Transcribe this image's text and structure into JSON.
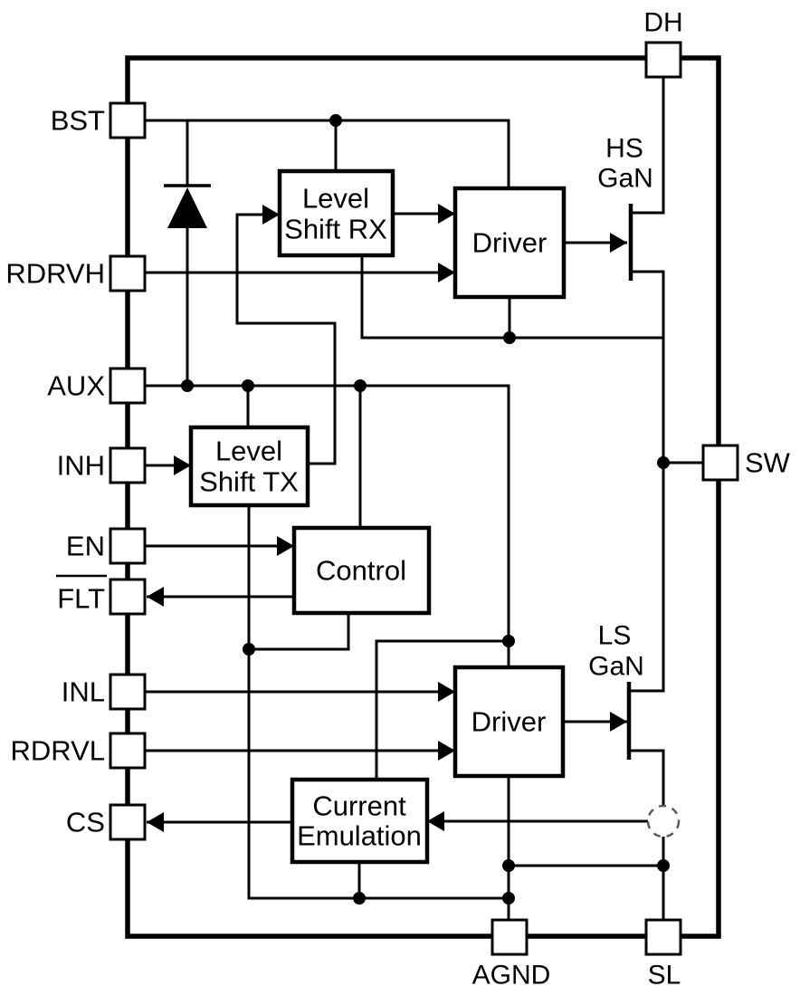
{
  "colors": {
    "line": "#000000",
    "background": "#ffffff",
    "dashed_circle": "#5a5a5a"
  },
  "pins": {
    "bst": {
      "label": "BST"
    },
    "rdrvh": {
      "label": "RDRVH"
    },
    "aux": {
      "label": "AUX"
    },
    "inh": {
      "label": "INH"
    },
    "en": {
      "label": "EN"
    },
    "flt": {
      "label": "FLT",
      "overline": true
    },
    "inl": {
      "label": "INL"
    },
    "rdrvl": {
      "label": "RDRVL"
    },
    "cs": {
      "label": "CS"
    },
    "dh": {
      "label": "DH"
    },
    "sw": {
      "label": "SW"
    },
    "agnd": {
      "label": "AGND"
    },
    "sl": {
      "label": "SL"
    }
  },
  "blocks": {
    "level_shift_rx": {
      "line1": "Level",
      "line2": "Shift RX"
    },
    "level_shift_tx": {
      "line1": "Level",
      "line2": "Shift TX"
    },
    "control": {
      "label": "Control"
    },
    "driver_hs": {
      "label": "Driver"
    },
    "driver_ls": {
      "label": "Driver"
    },
    "current_emulation": {
      "line1": "Current",
      "line2": "Emulation"
    }
  },
  "transistors": {
    "hs": {
      "line1": "HS",
      "line2": "GaN"
    },
    "ls": {
      "line1": "LS",
      "line2": "GaN"
    }
  }
}
